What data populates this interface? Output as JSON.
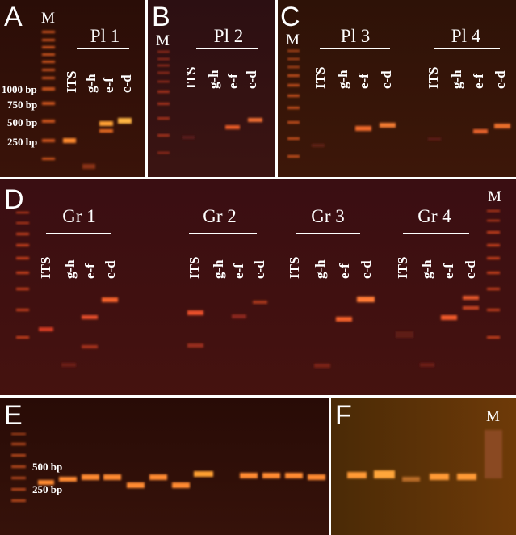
{
  "figure": {
    "panels": [
      {
        "id": "A",
        "label": "A",
        "marker": "M",
        "groups": [
          {
            "title": "Pl 1",
            "lanes": [
              "ITS",
              "g-h",
              "e-f",
              "c-d"
            ]
          }
        ],
        "size_markers": [
          "1000 bp",
          "750 bp",
          "500 bp",
          "250 bp"
        ]
      },
      {
        "id": "B",
        "label": "B",
        "marker": "M",
        "groups": [
          {
            "title": "Pl 2",
            "lanes": [
              "ITS",
              "g-h",
              "e-f",
              "c-d"
            ]
          }
        ]
      },
      {
        "id": "C",
        "label": "C",
        "marker": "M",
        "groups": [
          {
            "title": "Pl 3",
            "lanes": [
              "ITS",
              "g-h",
              "e-f",
              "c-d"
            ]
          },
          {
            "title": "Pl 4",
            "lanes": [
              "ITS",
              "g-h",
              "e-f",
              "c-d"
            ]
          }
        ]
      },
      {
        "id": "D",
        "label": "D",
        "marker": "M",
        "groups": [
          {
            "title": "Gr 1",
            "lanes": [
              "ITS",
              "g-h",
              "e-f",
              "c-d"
            ]
          },
          {
            "title": "Gr 2",
            "lanes": [
              "ITS",
              "g-h",
              "e-f",
              "c-d"
            ]
          },
          {
            "title": "Gr 3",
            "lanes": [
              "ITS",
              "g-h",
              "e-f",
              "c-d"
            ]
          },
          {
            "title": "Gr 4",
            "lanes": [
              "ITS",
              "g-h",
              "e-f",
              "c-d"
            ]
          }
        ]
      },
      {
        "id": "E",
        "label": "E",
        "size_markers": [
          "500 bp",
          "250 bp"
        ]
      },
      {
        "id": "F",
        "label": "F",
        "marker": "M"
      }
    ]
  }
}
